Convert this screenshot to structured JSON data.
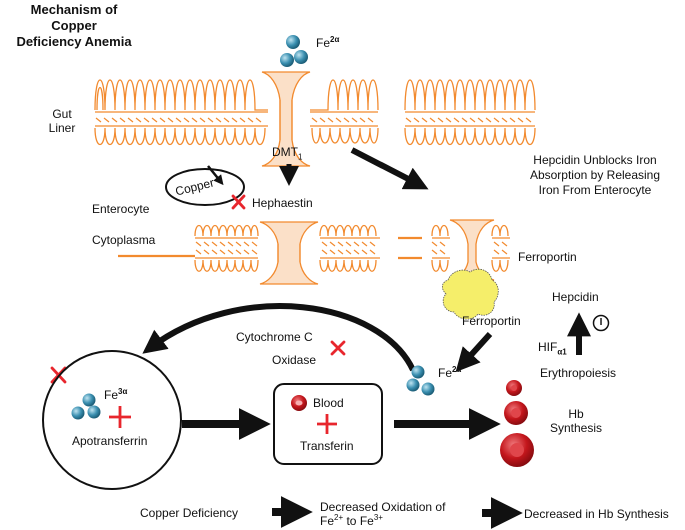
{
  "title": {
    "line1": "Mechanism of",
    "line2": "Copper",
    "line3": "Deficiency Anemia"
  },
  "labels": {
    "fe_top_base": "Fe",
    "fe_top_sup": "2α",
    "gut_liner_1": "Gut",
    "gut_liner_2": "Liner",
    "dmt_base": "DMT",
    "dmt_sub": "1",
    "copper": "Copper",
    "enterocyte": "Enterocyte",
    "hephaestin": "Hephaestin",
    "cytoplasma": "Cytoplasma",
    "hepcidin_note_1": "Hepcidin Unblocks Iron",
    "hepcidin_note_2": "Absorption by Releasing",
    "hepcidin_note_3": "Iron From Enterocyte",
    "ferroportin_right": "Ferroportin",
    "ferroportin_below": "Ferroportin",
    "hepcidin": "Hepcidin",
    "hif_base": "HIF",
    "hif_sub": "α1",
    "erythropoiesis": "Erythropoiesis",
    "cytochrome_1": "Cytochrome C",
    "cytochrome_2": "Oxidase",
    "fe_mid_base": "Fe",
    "fe_mid_sup": "2α",
    "fe3_base": "Fe",
    "fe3_sup": "3α",
    "apotransferrin": "Apotransferrin",
    "blood": "Blood",
    "transferin": "Transferin",
    "hb_1": "Hb",
    "hb_2": "Synthesis",
    "inhibit_symbol": "I",
    "bottom_copper": "Copper Deficiency",
    "bottom_oxidation_1": "Decreased Oxidation of",
    "bottom_oxidation_2_fe2": "Fe",
    "bottom_oxidation_2_sup2": "2+",
    "bottom_oxidation_2_to": " to Fe",
    "bottom_oxidation_2_sup3": "3+",
    "bottom_hb": "Decreased in Hb Synthesis"
  },
  "colors": {
    "membrane": "#f28a2e",
    "membrane_fill": "#fde7d2",
    "channel_fill": "#fbe0c8",
    "iron_ion": "#3a8fb0",
    "iron_ion_highlight": "#9fd3e6",
    "red_cross": "#e8262d",
    "blood_cell": "#c4161c",
    "hepcidin_blob": "#f5ee6a",
    "arrow": "#111111"
  }
}
